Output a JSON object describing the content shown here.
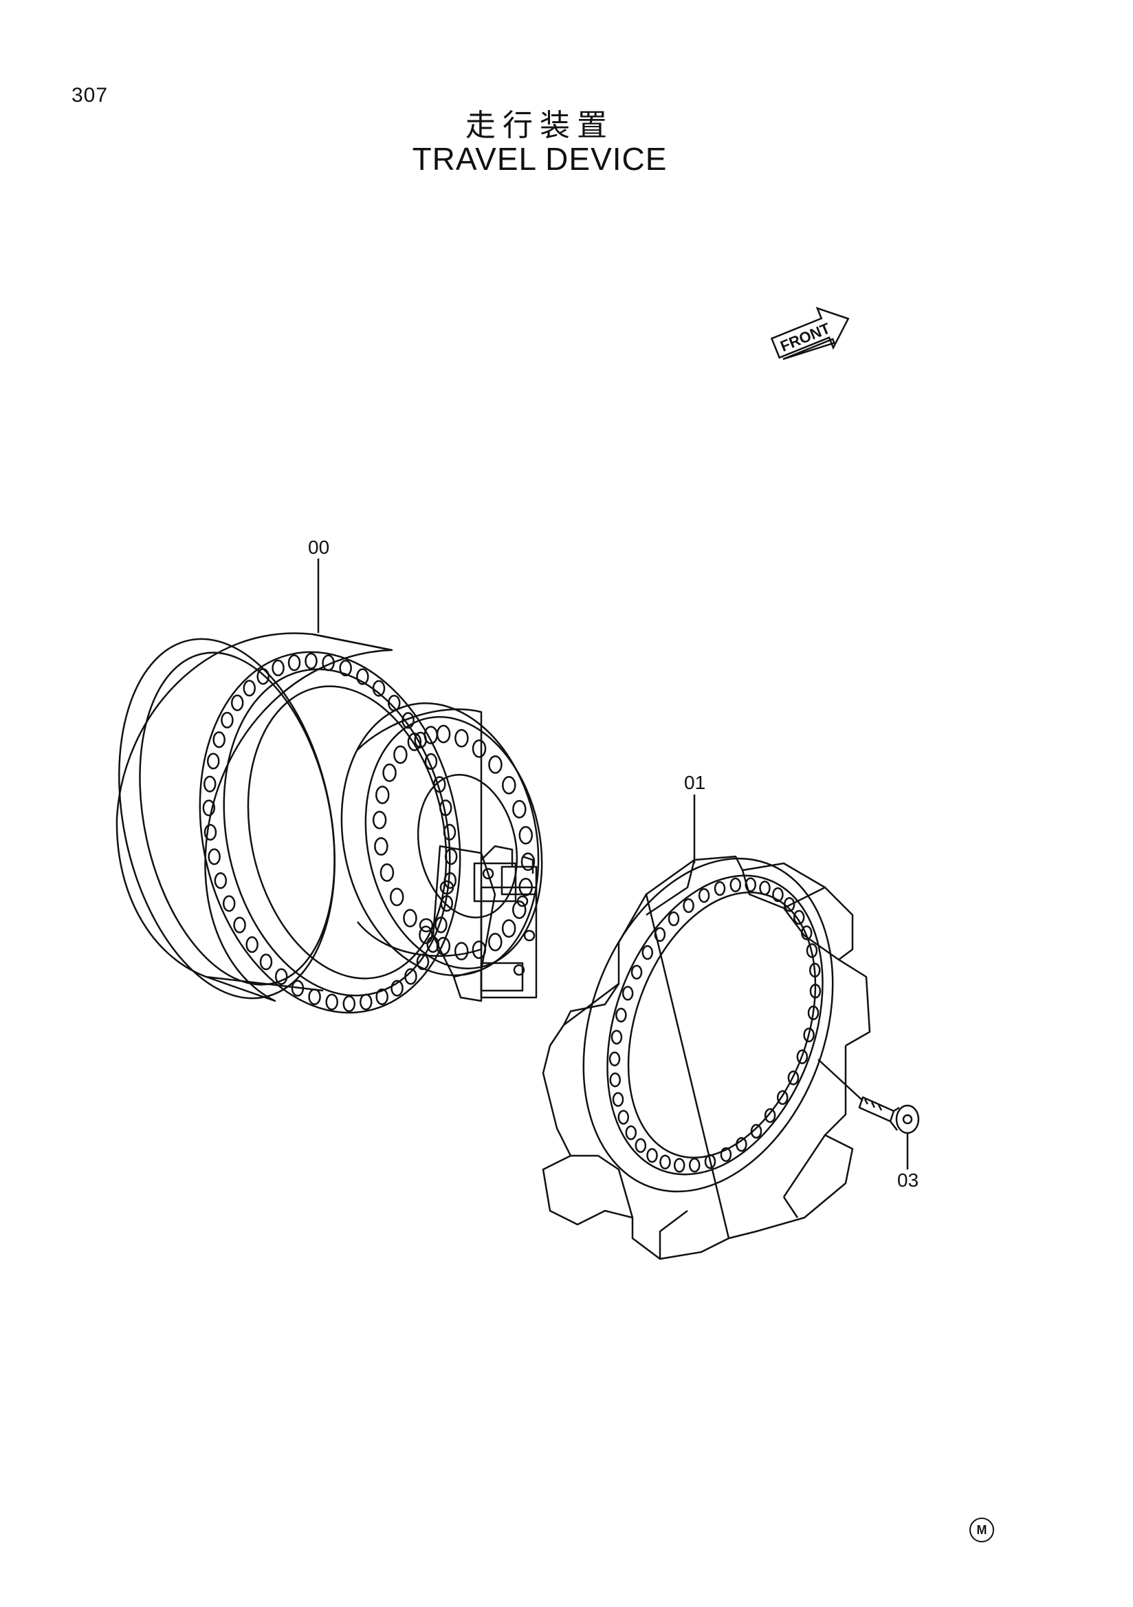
{
  "page": {
    "number": "307",
    "title_jp": "走行装置",
    "title_en": "TRAVEL DEVICE"
  },
  "front_badge": {
    "label": "FRONT"
  },
  "callouts": {
    "c00": "00",
    "c01": "01",
    "c03": "03"
  },
  "mark": "M",
  "colors": {
    "line": "#111111",
    "background": "#ffffff"
  }
}
